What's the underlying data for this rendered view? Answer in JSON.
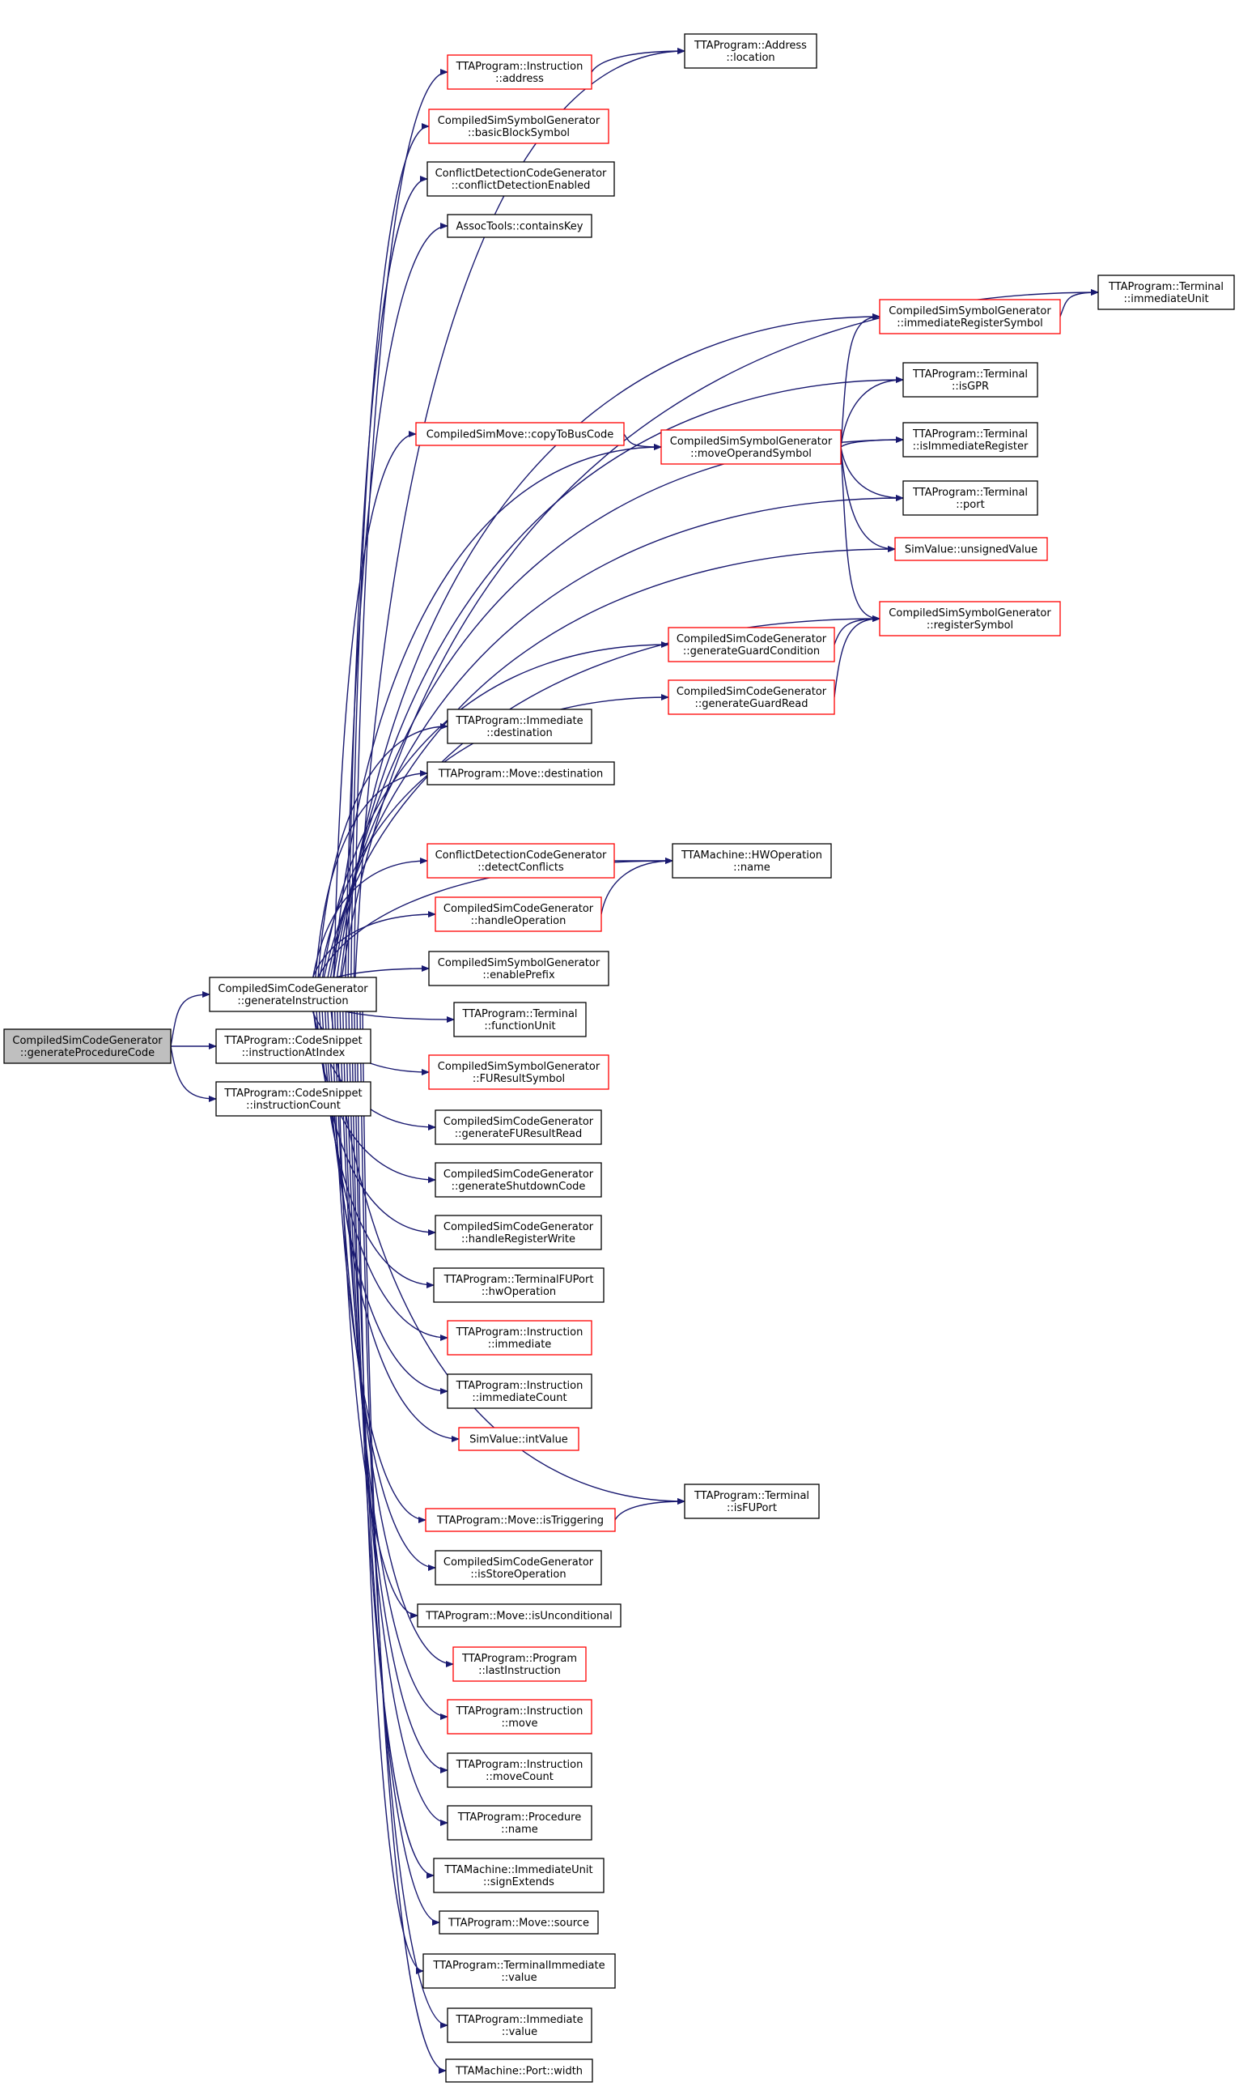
{
  "graph": {
    "nodes": [
      {
        "id": "root",
        "lines": [
          "CompiledSimCodeGenerator",
          "::generateProcedureCode"
        ],
        "style": "root"
      },
      {
        "id": "genInstr",
        "lines": [
          "CompiledSimCodeGenerator",
          "::generateInstruction"
        ],
        "style": "black"
      },
      {
        "id": "instrAtIndex",
        "lines": [
          "TTAProgram::CodeSnippet",
          "::instructionAtIndex"
        ],
        "style": "black"
      },
      {
        "id": "instrCount",
        "lines": [
          "TTAProgram::CodeSnippet",
          "::instructionCount"
        ],
        "style": "black"
      },
      {
        "id": "instrAddress",
        "lines": [
          "TTAProgram::Instruction",
          "::address"
        ],
        "style": "red"
      },
      {
        "id": "addrLocation",
        "lines": [
          "TTAProgram::Address",
          "::location"
        ],
        "style": "black"
      },
      {
        "id": "basicBlockSymbol",
        "lines": [
          "CompiledSimSymbolGenerator",
          "::basicBlockSymbol"
        ],
        "style": "red"
      },
      {
        "id": "conflictDetEnabled",
        "lines": [
          "ConflictDetectionCodeGenerator",
          "::conflictDetectionEnabled"
        ],
        "style": "black"
      },
      {
        "id": "containsKey",
        "lines": [
          "AssocTools::containsKey"
        ],
        "style": "black"
      },
      {
        "id": "immediateUnit",
        "lines": [
          "TTAProgram::Terminal",
          "::immediateUnit"
        ],
        "style": "black"
      },
      {
        "id": "immRegSymbol",
        "lines": [
          "CompiledSimSymbolGenerator",
          "::immediateRegisterSymbol"
        ],
        "style": "red"
      },
      {
        "id": "isGPR",
        "lines": [
          "TTAProgram::Terminal",
          "::isGPR"
        ],
        "style": "black"
      },
      {
        "id": "copyToBusCode",
        "lines": [
          "CompiledSimMove::copyToBusCode"
        ],
        "style": "red"
      },
      {
        "id": "moveOperandSymbol",
        "lines": [
          "CompiledSimSymbolGenerator",
          "::moveOperandSymbol"
        ],
        "style": "red"
      },
      {
        "id": "isImmReg",
        "lines": [
          "TTAProgram::Terminal",
          "::isImmediateRegister"
        ],
        "style": "black"
      },
      {
        "id": "port",
        "lines": [
          "TTAProgram::Terminal",
          "::port"
        ],
        "style": "black"
      },
      {
        "id": "unsignedValue",
        "lines": [
          "SimValue::unsignedValue"
        ],
        "style": "red"
      },
      {
        "id": "genGuardCond",
        "lines": [
          "CompiledSimCodeGenerator",
          "::generateGuardCondition"
        ],
        "style": "red"
      },
      {
        "id": "registerSymbol",
        "lines": [
          "CompiledSimSymbolGenerator",
          "::registerSymbol"
        ],
        "style": "red"
      },
      {
        "id": "genGuardRead",
        "lines": [
          "CompiledSimCodeGenerator",
          "::generateGuardRead"
        ],
        "style": "red"
      },
      {
        "id": "immDest",
        "lines": [
          "TTAProgram::Immediate",
          "::destination"
        ],
        "style": "black"
      },
      {
        "id": "moveDest",
        "lines": [
          "TTAProgram::Move::destination"
        ],
        "style": "black"
      },
      {
        "id": "detectConflicts",
        "lines": [
          "ConflictDetectionCodeGenerator",
          "::detectConflicts"
        ],
        "style": "red"
      },
      {
        "id": "hwOpName",
        "lines": [
          "TTAMachine::HWOperation",
          "::name"
        ],
        "style": "black"
      },
      {
        "id": "handleOperation",
        "lines": [
          "CompiledSimCodeGenerator",
          "::handleOperation"
        ],
        "style": "red"
      },
      {
        "id": "enablePrefix",
        "lines": [
          "CompiledSimSymbolGenerator",
          "::enablePrefix"
        ],
        "style": "black"
      },
      {
        "id": "functionUnit",
        "lines": [
          "TTAProgram::Terminal",
          "::functionUnit"
        ],
        "style": "black"
      },
      {
        "id": "fuResultSymbol",
        "lines": [
          "CompiledSimSymbolGenerator",
          "::FUResultSymbol"
        ],
        "style": "red"
      },
      {
        "id": "genFUResultRead",
        "lines": [
          "CompiledSimCodeGenerator",
          "::generateFUResultRead"
        ],
        "style": "black"
      },
      {
        "id": "genShutdownCode",
        "lines": [
          "CompiledSimCodeGenerator",
          "::generateShutdownCode"
        ],
        "style": "black"
      },
      {
        "id": "handleRegWrite",
        "lines": [
          "CompiledSimCodeGenerator",
          "::handleRegisterWrite"
        ],
        "style": "black"
      },
      {
        "id": "hwOperation",
        "lines": [
          "TTAProgram::TerminalFUPort",
          "::hwOperation"
        ],
        "style": "black"
      },
      {
        "id": "instrImmediate",
        "lines": [
          "TTAProgram::Instruction",
          "::immediate"
        ],
        "style": "red"
      },
      {
        "id": "immCount",
        "lines": [
          "TTAProgram::Instruction",
          "::immediateCount"
        ],
        "style": "black"
      },
      {
        "id": "intValue",
        "lines": [
          "SimValue::intValue"
        ],
        "style": "red"
      },
      {
        "id": "isFUPort",
        "lines": [
          "TTAProgram::Terminal",
          "::isFUPort"
        ],
        "style": "black"
      },
      {
        "id": "isTriggering",
        "lines": [
          "TTAProgram::Move::isTriggering"
        ],
        "style": "red"
      },
      {
        "id": "isStoreOp",
        "lines": [
          "CompiledSimCodeGenerator",
          "::isStoreOperation"
        ],
        "style": "black"
      },
      {
        "id": "isUncond",
        "lines": [
          "TTAProgram::Move::isUnconditional"
        ],
        "style": "black"
      },
      {
        "id": "lastInstr",
        "lines": [
          "TTAProgram::Program",
          "::lastInstruction"
        ],
        "style": "red"
      },
      {
        "id": "instrMove",
        "lines": [
          "TTAProgram::Instruction",
          "::move"
        ],
        "style": "red"
      },
      {
        "id": "moveCount",
        "lines": [
          "TTAProgram::Instruction",
          "::moveCount"
        ],
        "style": "black"
      },
      {
        "id": "procName",
        "lines": [
          "TTAProgram::Procedure",
          "::name"
        ],
        "style": "black"
      },
      {
        "id": "signExtends",
        "lines": [
          "TTAMachine::ImmediateUnit",
          "::signExtends"
        ],
        "style": "black"
      },
      {
        "id": "moveSource",
        "lines": [
          "TTAProgram::Move::source"
        ],
        "style": "black"
      },
      {
        "id": "termImmValue",
        "lines": [
          "TTAProgram::TerminalImmediate",
          "::value"
        ],
        "style": "black"
      },
      {
        "id": "immValue",
        "lines": [
          "TTAProgram::Immediate",
          "::value"
        ],
        "style": "black"
      },
      {
        "id": "portWidth",
        "lines": [
          "TTAMachine::Port::width"
        ],
        "style": "black"
      }
    ],
    "edges": [
      [
        "root",
        "genInstr"
      ],
      [
        "root",
        "instrAtIndex"
      ],
      [
        "root",
        "instrCount"
      ],
      [
        "genInstr",
        "instrAddress"
      ],
      [
        "genInstr",
        "addrLocation"
      ],
      [
        "instrAddress",
        "addrLocation"
      ],
      [
        "genInstr",
        "basicBlockSymbol"
      ],
      [
        "genInstr",
        "conflictDetEnabled"
      ],
      [
        "genInstr",
        "containsKey"
      ],
      [
        "genInstr",
        "immediateUnit"
      ],
      [
        "genInstr",
        "immRegSymbol"
      ],
      [
        "immRegSymbol",
        "immediateUnit"
      ],
      [
        "genInstr",
        "isGPR"
      ],
      [
        "genInstr",
        "isImmReg"
      ],
      [
        "genInstr",
        "copyToBusCode"
      ],
      [
        "copyToBusCode",
        "moveOperandSymbol"
      ],
      [
        "genInstr",
        "moveOperandSymbol"
      ],
      [
        "moveOperandSymbol",
        "immRegSymbol"
      ],
      [
        "moveOperandSymbol",
        "isGPR"
      ],
      [
        "moveOperandSymbol",
        "isImmReg"
      ],
      [
        "moveOperandSymbol",
        "port"
      ],
      [
        "moveOperandSymbol",
        "unsignedValue"
      ],
      [
        "moveOperandSymbol",
        "registerSymbol"
      ],
      [
        "genInstr",
        "port"
      ],
      [
        "genInstr",
        "unsignedValue"
      ],
      [
        "genInstr",
        "registerSymbol"
      ],
      [
        "genInstr",
        "genGuardCond"
      ],
      [
        "genGuardCond",
        "registerSymbol"
      ],
      [
        "genInstr",
        "genGuardRead"
      ],
      [
        "genGuardRead",
        "registerSymbol"
      ],
      [
        "genInstr",
        "immDest"
      ],
      [
        "genInstr",
        "moveDest"
      ],
      [
        "genInstr",
        "hwOpName"
      ],
      [
        "genInstr",
        "detectConflicts"
      ],
      [
        "detectConflicts",
        "hwOpName"
      ],
      [
        "genInstr",
        "handleOperation"
      ],
      [
        "handleOperation",
        "hwOpName"
      ],
      [
        "genInstr",
        "enablePrefix"
      ],
      [
        "genInstr",
        "functionUnit"
      ],
      [
        "genInstr",
        "fuResultSymbol"
      ],
      [
        "genInstr",
        "genFUResultRead"
      ],
      [
        "genInstr",
        "genShutdownCode"
      ],
      [
        "genInstr",
        "handleRegWrite"
      ],
      [
        "genInstr",
        "hwOperation"
      ],
      [
        "genInstr",
        "instrImmediate"
      ],
      [
        "genInstr",
        "immCount"
      ],
      [
        "genInstr",
        "intValue"
      ],
      [
        "genInstr",
        "isFUPort"
      ],
      [
        "genInstr",
        "isTriggering"
      ],
      [
        "isTriggering",
        "isFUPort"
      ],
      [
        "genInstr",
        "isStoreOp"
      ],
      [
        "genInstr",
        "isUncond"
      ],
      [
        "genInstr",
        "lastInstr"
      ],
      [
        "genInstr",
        "instrMove"
      ],
      [
        "genInstr",
        "moveCount"
      ],
      [
        "genInstr",
        "procName"
      ],
      [
        "genInstr",
        "signExtends"
      ],
      [
        "genInstr",
        "moveSource"
      ],
      [
        "genInstr",
        "termImmValue"
      ],
      [
        "genInstr",
        "immValue"
      ],
      [
        "genInstr",
        "portWidth"
      ]
    ]
  },
  "colors": {
    "edge": "#191970",
    "border_black": "#000000",
    "border_red": "#ff0000",
    "root_fill": "#bfbfbf",
    "node_fill": "#ffffff",
    "text": "#000000"
  }
}
